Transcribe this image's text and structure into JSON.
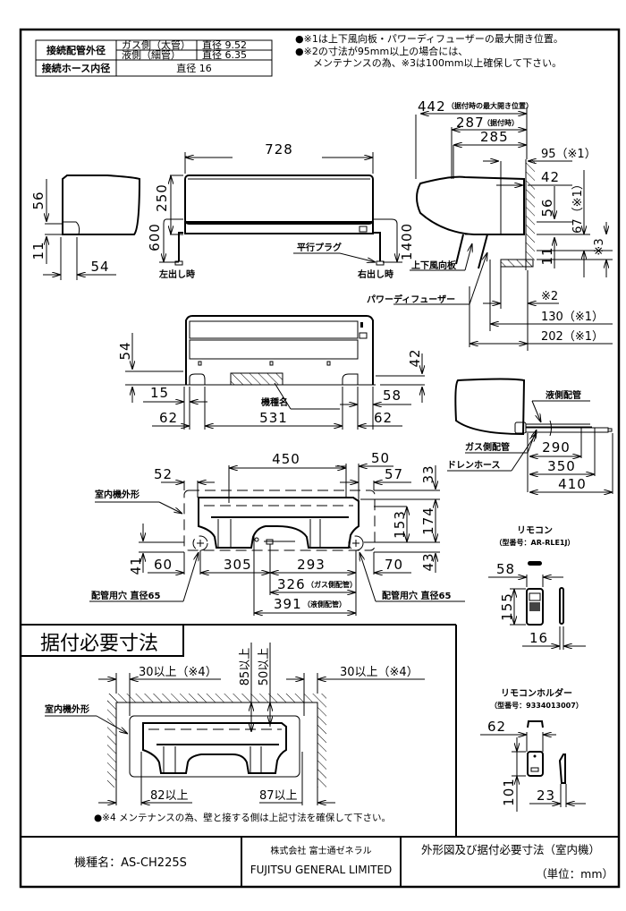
{
  "spec_table": {
    "pipe_od_label": "接続配管外径",
    "gas_side_label": "ガス側（太管）",
    "gas_side_value": "直径 9.52",
    "liquid_side_label": "液側（細管）",
    "liquid_side_value": "直径 6.35",
    "hose_id_label": "接続ホース内径",
    "hose_id_value": "直径 16"
  },
  "notes": {
    "note1": "●※1は上下風向板・パワーディフューザーの最大開き位置。",
    "note2_line1": "●※2の寸法が95mm以上の場合には、",
    "note2_line2": "メンテナンスの為、※3は100mm以上確保して下さい。"
  },
  "side_view_left": {
    "dim_56": "56",
    "dim_11": "11",
    "dim_54": "54"
  },
  "front_view": {
    "width": "728",
    "dim_250": "250",
    "dim_600": "600",
    "dim_1400": "1400",
    "parallel_plug": "平行プラグ",
    "left_out": "左出し時",
    "right_out": "右出し時"
  },
  "side_view_right": {
    "dim_442": "442",
    "dim_442_note": "（据付時の最大開き位置）",
    "dim_287": "287",
    "dim_287_note": "（据付時）",
    "dim_285": "285",
    "dim_95": "95（※1）",
    "dim_42": "42",
    "dim_56": "56",
    "dim_67": "67（※1）",
    "dim_star3": "※3",
    "dim_11": "11",
    "louver_label": "上下風向板",
    "diffuser_label": "パワーディフューザー",
    "dim_star2": "※2",
    "dim_130": "130（※1）",
    "dim_202": "202（※1）"
  },
  "bottom_view": {
    "dim_54": "54",
    "dim_42": "42",
    "dim_15": "15",
    "dim_58": "58",
    "dim_62_left": "62",
    "dim_531": "531",
    "dim_62_right": "62",
    "model_name_label": "機種名"
  },
  "piping_view": {
    "liquid_pipe": "液側配管",
    "gas_pipe": "ガス側配管",
    "drain_hose": "ドレンホース",
    "dim_290": "290",
    "dim_350": "350",
    "dim_410": "410"
  },
  "mounting_plate": {
    "outline_label": "室内機外形",
    "dim_450": "450",
    "dim_50": "50",
    "dim_52": "52",
    "dim_57": "57",
    "dim_33": "33",
    "dim_153": "153",
    "dim_174": "174",
    "dim_43": "43",
    "dim_41": "41",
    "dim_60": "60",
    "dim_305": "305",
    "dim_293": "293",
    "dim_70": "70",
    "dim_326": "326",
    "dim_326_note": "（ガス側配管）",
    "dim_391": "391",
    "dim_391_note": "（液側配管）",
    "pipe_hole_left": "配管用穴 直径65",
    "pipe_hole_right": "配管用穴 直径65"
  },
  "remote": {
    "title": "リモコン",
    "model": "（型番号：AR-RLE1J）",
    "dim_58": "58",
    "dim_155": "155",
    "dim_16": "16"
  },
  "remote_holder": {
    "title": "リモコンホルダー",
    "model": "（型番号：9334013007）",
    "dim_62": "62",
    "dim_101": "101",
    "dim_23": "23"
  },
  "install_clearance": {
    "title": "据付必要寸法",
    "left_clear": "30以上（※4）",
    "right_clear": "30以上（※4）",
    "top_85": "85以上",
    "top_50": "50以上",
    "outline_label": "室内機外形",
    "bottom_82": "82以上",
    "bottom_87": "87以上",
    "note4": "●※4 メンテナンスの為、壁と接する側は上記寸法を確保して下さい。"
  },
  "title_block": {
    "model_label": "機種名：AS-CH225S",
    "company_jp": "株式会社 富士通ゼネラル",
    "company_en": "FUJITSU GENERAL LIMITED",
    "drawing_title": "外形図及び据付必要寸法（室内機）",
    "unit": "（単位：mm）"
  }
}
